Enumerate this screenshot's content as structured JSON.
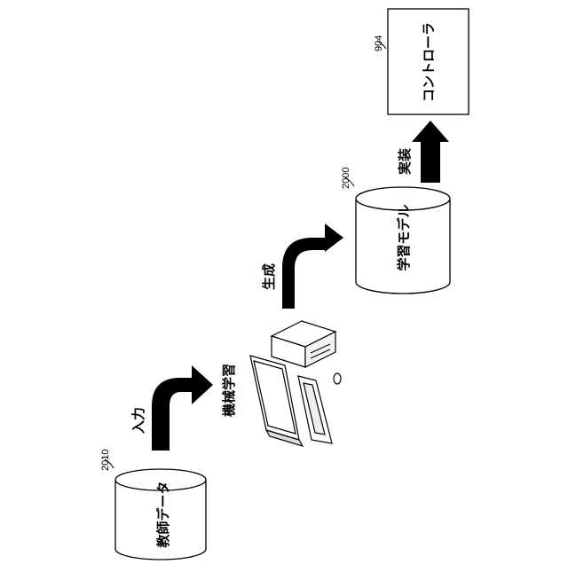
{
  "nodes": {
    "teacher_data": {
      "ref": "2010",
      "label": "教師データ"
    },
    "machine_learning": {
      "label": "機械学習"
    },
    "learning_model": {
      "ref": "2000",
      "label": "学習モデル"
    },
    "controller": {
      "ref": "904",
      "label": "コントローラ"
    }
  },
  "edges": {
    "input": {
      "label": "入力"
    },
    "generate": {
      "label": "生成"
    },
    "implement": {
      "label": "実装"
    }
  }
}
